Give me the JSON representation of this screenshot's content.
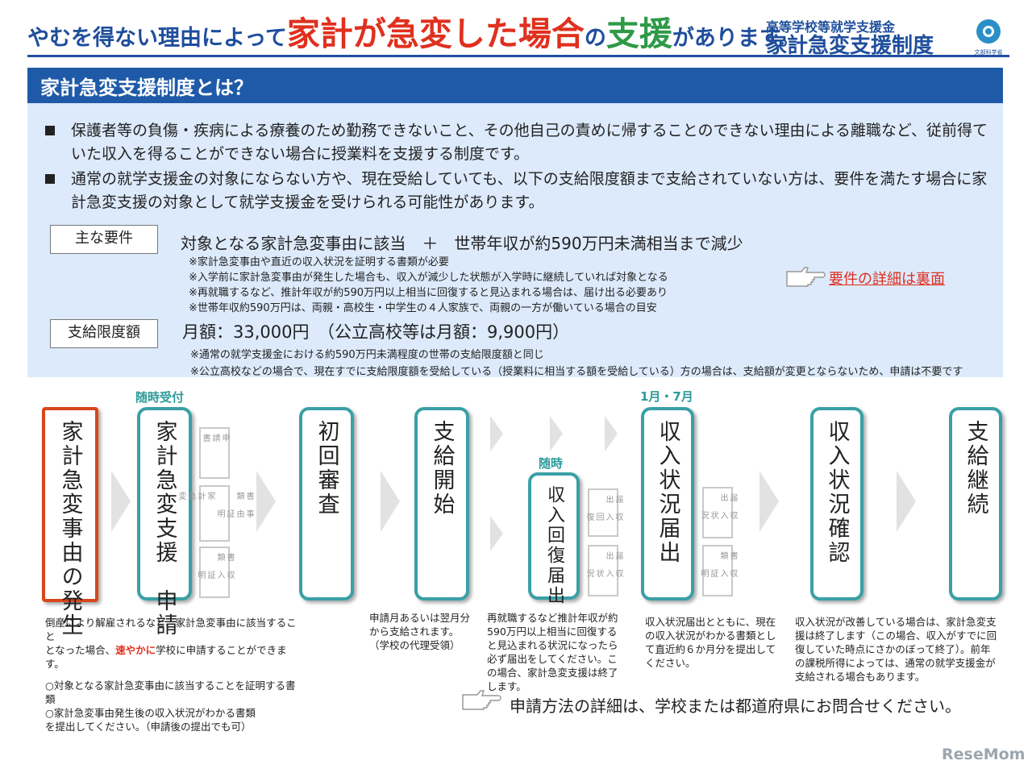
{
  "header": {
    "title_part1": "やむを得ない理由によって",
    "title_red": "家計が急変した場合",
    "title_mid": "の",
    "title_green": "支援",
    "title_end": "があります。",
    "subtitle": "高等学校等就学支援金",
    "program_name": "家計急変支援制度",
    "logo_label": "文部科学省"
  },
  "section": {
    "heading": "家計急変支援制度とは？",
    "bullets": [
      "保護者等の負傷・疾病による療養のため勤務できないこと、その他自己の責めに帰することのできない理由による離職など、従前得ていた収入を得ることができない場合に授業料を支援する制度です。",
      "通常の就学支援金の対象にならない方や、現在受給していても、以下の支給限度額まで支給されていない方は、要件を満たす場合に家計急変支援の対象として就学支援金を受けられる可能性があります。"
    ],
    "requirements_label": "主な要件",
    "requirements_main": "対象となる家計急変事由に該当　＋　世帯年収が約590万円未満相当まで減少",
    "requirements_notes": [
      "※家計急変事由や直近の収入状況を証明する書類が必要",
      "※入学前に家計急変事由が発生した場合も、収入が減少した状態が入学時に継続していれば対象となる",
      "※再就職するなど、推計年収が約590万円以上相当に回復すると見込まれる場合は、届け出る必要あり",
      "※世帯年収約590万円は、両親・高校生・中学生の４人家族で、両親の一方が働いている場合の目安"
    ],
    "details_link": "要件の詳細は裏面",
    "limit_label": "支給限度額",
    "limit_main": "月額：33,000円　（公立高校等は月額：9,900円）",
    "limit_notes": [
      "※通常の就学支援金における約590万円未満程度の世帯の支給限度額と同じ",
      "※公立高校などの場合で、現在すでに支給限度額を受給している（授業料に相当する額を受給している）方の場合は、支給額が変更とならないため、申請は不要です"
    ]
  },
  "flow": {
    "tags": {
      "anytime_accept": "随時受付",
      "anytime": "随時",
      "months": "1月・7月"
    },
    "steps": [
      "家計急変事由の発生",
      "家計急変支援　申請",
      "初回審査",
      "支給開始",
      "収入回復届出",
      "収入状況届出",
      "収入状況確認",
      "支給継続"
    ],
    "documents": [
      "申\n請\n書",
      "書　事\n類　由\n　　証\n　　明\n家\n計\n急\n変",
      "書　収\n類　入\n　　証\n　　明",
      "届　収\n出　入\n　　回\n　　復",
      "届　収\n出　入\n　　状\n　　況",
      "届　収\n出　入\n　　状\n　　況",
      "書　収\n類　入\n　　証\n　　明"
    ]
  },
  "descriptions": {
    "d1_line1": "倒産により解雇されるなど、家計急変事由に該当すること",
    "d1_line2a": "となった場合、",
    "d1_highlight": "速やかに",
    "d1_line2b": "学校に申請することができます。",
    "d1_line3": "○対象となる家計急変事由に該当することを証明する書類",
    "d1_line4": "○家計急変事由発生後の収入状況がわかる書類",
    "d1_line5": "を提出してください。（申請後の提出でも可）",
    "d2": "申請月あるいは翌月分から支給されます。（学校の代理受領）",
    "d3": "再就職するなど推計年収が約590万円以上相当に回復すると見込まれる状況になったら必ず届出をしてください。この場合、家計急変支援は終了します。",
    "d4": "収入状況届出とともに、現在の収入状況がわかる書類として直近約６か月分を提出してください。",
    "d5": "収入状況が改善している場合は、家計急変支援は終了します（この場合、収入がすでに回復していた時点にさかのぼって終了）。前年の課税所得によっては、通常の就学支援金が支給される場合もあります。"
  },
  "footer": {
    "contact": "申請方法の詳細は、学校または都道府県にお問合せください。",
    "brand": "ReseMom"
  }
}
